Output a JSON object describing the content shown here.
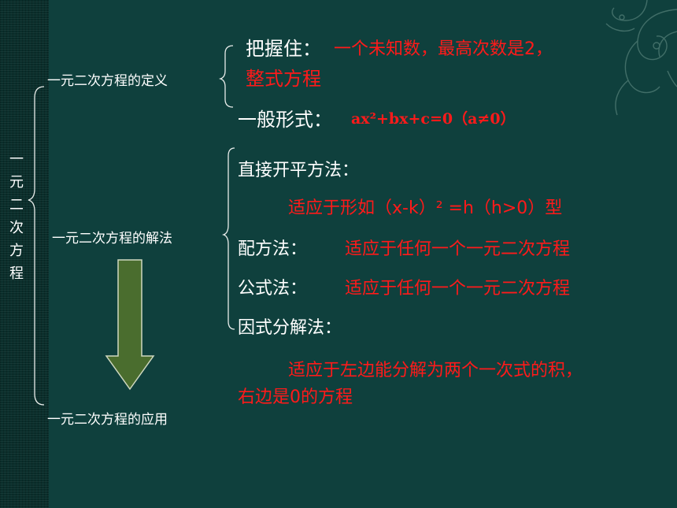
{
  "root": {
    "title": "一元二次方程"
  },
  "definition": {
    "label": "一元二次方程的定义",
    "grasp_label": "把握住：",
    "grasp_text_1": "一个未知数，最高次数是2，",
    "grasp_text_2": "整式方程",
    "general_label": "一般形式：",
    "general_formula": "ax²+bx+c=0（a≠0）"
  },
  "solution": {
    "label": "一元二次方程的解法",
    "direct_label": "直接开平方法：",
    "direct_note": "适应于形如（x-k）² =h（h>0）型",
    "completing_label": "配方法：",
    "completing_note": "适应于任何一个一元二次方程",
    "formula_label": "公式法：",
    "formula_note": "适应于任何一个一元二次方程",
    "factor_label": "因式分解法：",
    "factor_note_1": "适应于左边能分解为两个一次式的积，",
    "factor_note_2": "右边是0的方程"
  },
  "application": {
    "label": "一元二次方程的应用"
  },
  "colors": {
    "background": "#0f403d",
    "band": "#0a2e2b",
    "highlight": "#ff1a1a",
    "arrow_fill": "#4a6d2e",
    "arrow_stroke": "#cfd8c0"
  },
  "icons": {
    "ornament": "floral-ornament",
    "flow_arrow": "down-arrow"
  }
}
